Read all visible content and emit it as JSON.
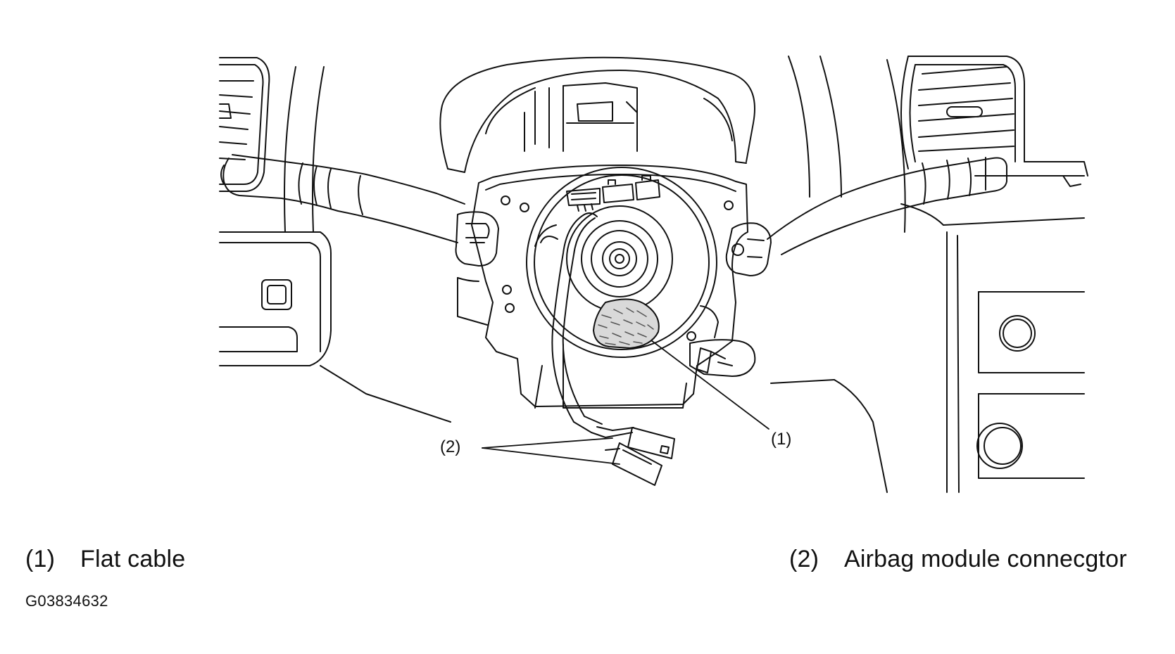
{
  "callouts": [
    {
      "id": "1",
      "text": "(1)"
    },
    {
      "id": "2",
      "text": "(2)"
    }
  ],
  "legend": [
    {
      "num": "(1)",
      "label": "Flat cable"
    },
    {
      "num": "(2)",
      "label": "Airbag module connecgtor"
    }
  ],
  "figure_code": "G03834632",
  "colors": {
    "line": "#111111",
    "background": "#ffffff",
    "hatch": "#555555"
  }
}
